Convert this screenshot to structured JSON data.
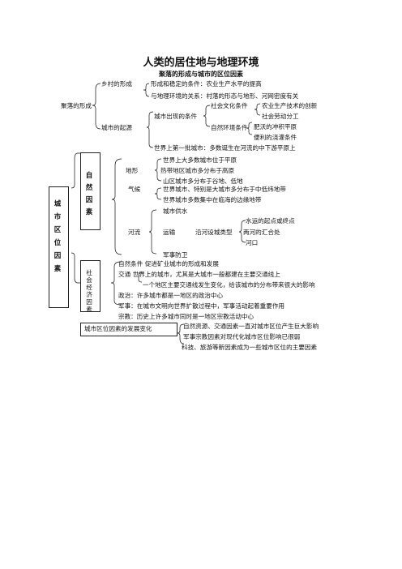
{
  "doc": {
    "title": "人类的居住地与地理环境",
    "subtitle": "聚落的形成与城市的区位因素"
  },
  "settlement": {
    "root": "聚落的形成",
    "village_formation": {
      "label": "乡村的形成",
      "items": [
        "形成和稳定的条件：农业生产水平的提高",
        "与地理环境的关系：村落的形态与地形、河网密度有关"
      ]
    },
    "city_origin": {
      "label": "城市的起源",
      "emergence": "城市出现的条件",
      "social": "社会文化条件",
      "social_items": [
        "农业生产技术的创新",
        "社会劳动分工"
      ],
      "natural": "自然环境条件",
      "natural_items": [
        "肥沃的冲积平原",
        "便利的浇灌条件"
      ],
      "first_cities": "世界上第一批城市：多数诞生在河流的中下游平原上"
    }
  },
  "location": {
    "root": "城市区位因素",
    "natural": {
      "label": "自然因素",
      "terrain": {
        "label": "地形",
        "items": [
          "世界上大多数城市位于平原",
          "热带地区城市多分布于高原",
          "山区城市多分布于谷地、低地"
        ]
      },
      "climate": {
        "label": "气候",
        "items": [
          "世界城市、特别是大城市多分布于中低纬地带",
          "世界城市多数集中在临海的边缘地带"
        ]
      },
      "river": {
        "label": "河流",
        "water_supply": "城市供水",
        "transport": "运输",
        "city_type": "沿河设城类型",
        "types": [
          "水运的起点或终点",
          "两河的汇合处",
          "河口"
        ],
        "defense": "军事防卫"
      }
    },
    "socio": {
      "label": "社会经济因素",
      "lines": [
        "自然条件      促进矿业城市的形成和发展",
        "交通      世界上的城市，尤其是大城市一般都建在主要交通线上",
        "一个地区主要交通线发生变化，给该城市的分布带来很大的影响",
        "政治：许多城市都是一地区的政治中心",
        "军事：在城市文明向世界扩散过程中，军事活动起着重要作用",
        "宗教：历史上许多城市同时是一地区宗教活动中心"
      ]
    },
    "change": {
      "label": "城市区位因素的发展变化",
      "items": [
        "自然资源、交通因素一直对城市区位产生巨大影响",
        "军事宗教因素对现代化城市区位影响已很弱",
        "科技、旅游等新因素成为一些城市区位的主要因素"
      ]
    }
  }
}
